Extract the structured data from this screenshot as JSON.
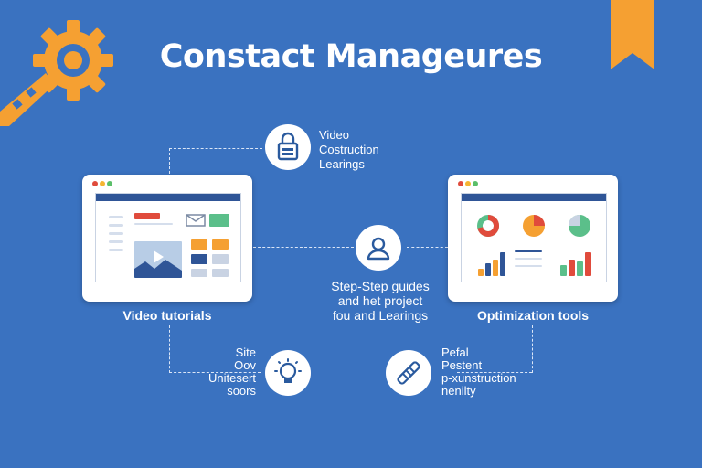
{
  "title": "Constact Manageures",
  "nodes": {
    "top": [
      "Video",
      "Costruction",
      "Learings"
    ],
    "center": [
      "Step-Step guides",
      "and het project",
      "fou and Learings"
    ],
    "bottom_left": [
      "Site",
      "Oov",
      "Unitesert",
      "soors"
    ],
    "bottom_right": [
      "Pefal",
      "Pestent",
      "p-xunstruction",
      "nenilty"
    ]
  },
  "panels": {
    "left_caption": "Video tutorials",
    "right_caption": "Optimization tools"
  },
  "colors": {
    "background": "#3a72c0",
    "accent_orange": "#f5a032",
    "icon_blue": "#2a5a9e"
  },
  "icons": {
    "gear": "gear-icon",
    "bookmark": "bookmark-icon",
    "top_node": "lock-document-icon",
    "center_node": "user-icon",
    "bottom_left_node": "lightbulb-icon",
    "bottom_right_node": "tools-icon"
  }
}
